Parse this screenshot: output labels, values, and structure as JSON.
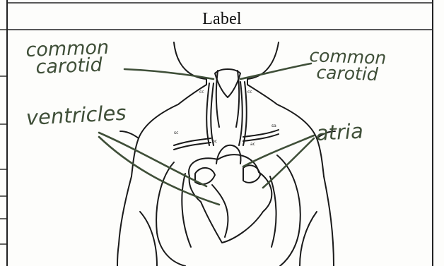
{
  "table": {
    "header_label": "Label"
  },
  "annotations": {
    "common_carotid_left_line1": "common",
    "common_carotid_left_line2": "carotid",
    "common_carotid_right_line1": "common",
    "common_carotid_right_line2": "carotid",
    "ventricles": "ventricles",
    "atria": "atria"
  },
  "colors": {
    "ink": "#3f4f38",
    "drawing": "#1a1a1a",
    "grid": "#222222"
  }
}
